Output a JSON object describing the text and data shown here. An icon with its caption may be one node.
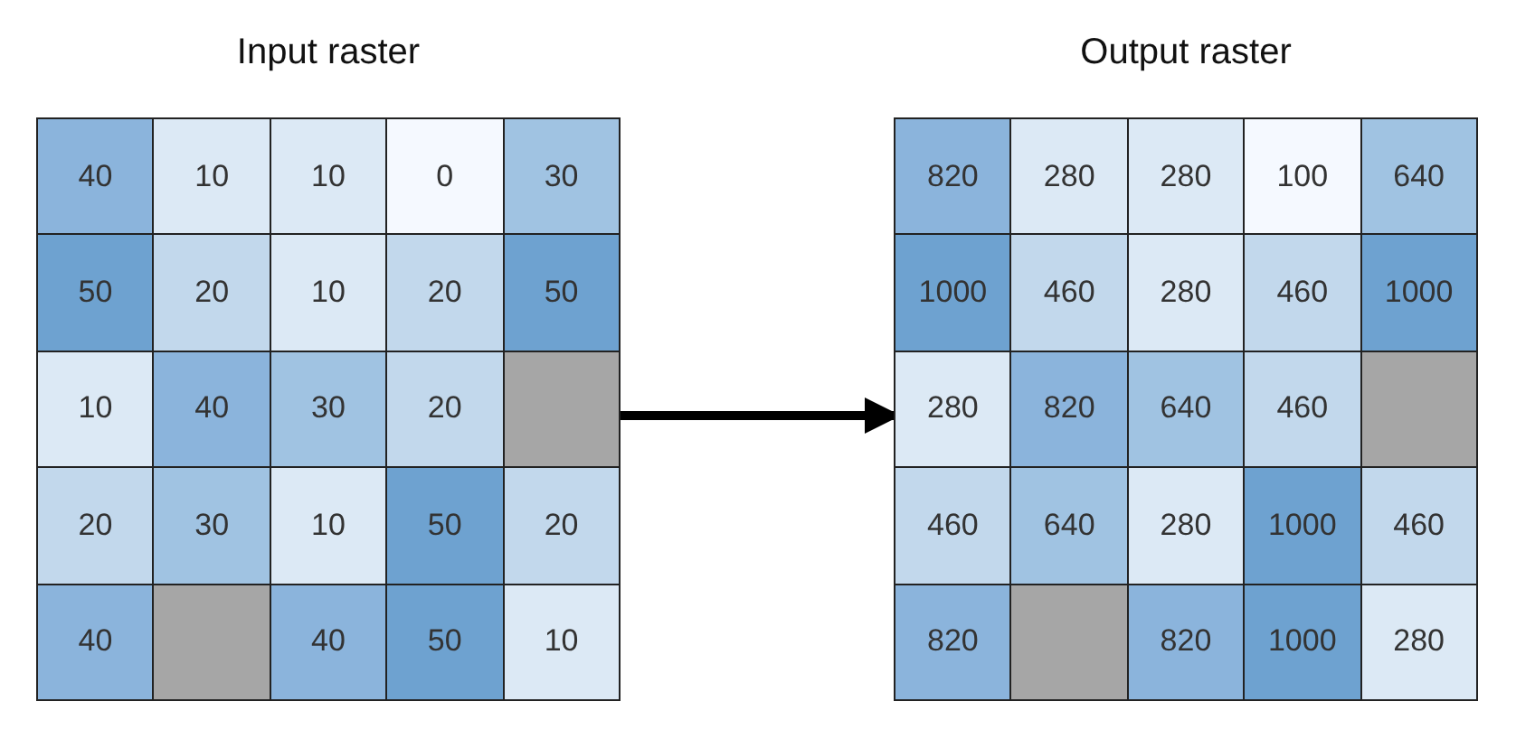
{
  "diagram": {
    "nodes": [
      {
        "text": [
          "Input raster"
        ]
      },
      {
        "text": [
          "Output raster"
        ]
      }
    ],
    "edges": [
      {
        "from": 0,
        "to": 1,
        "arrow": "to"
      }
    ],
    "labels": [
      "40",
      "10",
      "10",
      "0",
      "30",
      "50",
      "20",
      "10",
      "20",
      "50",
      "10",
      "40",
      "30",
      "20",
      "20",
      "30",
      "10",
      "50",
      "20",
      "40",
      "40",
      "50",
      "10",
      "820",
      "280",
      "280",
      "100",
      "640",
      "1000",
      "460",
      "280",
      "460",
      "1000",
      "280",
      "820",
      "640",
      "460",
      "460",
      "640",
      "280",
      "1000",
      "460",
      "820",
      "820",
      "1000",
      "280"
    ]
  }
}
